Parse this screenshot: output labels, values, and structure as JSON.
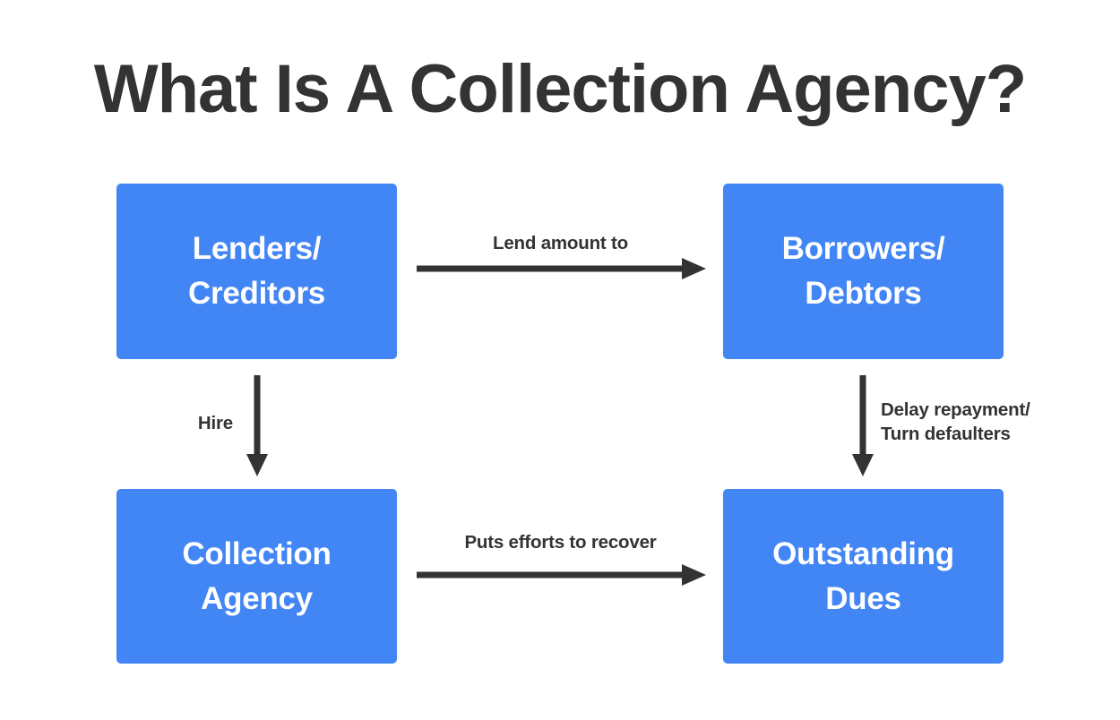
{
  "page": {
    "title": "What Is A Collection Agency?",
    "background_color": "#ffffff",
    "accent_color": "#4285f4",
    "text_color": "#333333"
  },
  "diagram": {
    "type": "flowchart",
    "nodes": [
      {
        "id": "lenders",
        "label": "Lenders/\nCreditors",
        "position": "top-left"
      },
      {
        "id": "borrowers",
        "label": "Borrowers/\nDebtors",
        "position": "top-right"
      },
      {
        "id": "agency",
        "label": "Collection\nAgency",
        "position": "bottom-left"
      },
      {
        "id": "dues",
        "label": "Outstanding\nDues",
        "position": "bottom-right"
      }
    ],
    "edges": [
      {
        "id": "lend",
        "label": "Lend amount to",
        "from": "lenders",
        "to": "borrowers",
        "direction": "right"
      },
      {
        "id": "hire",
        "label": "Hire",
        "from": "lenders",
        "to": "agency",
        "direction": "down"
      },
      {
        "id": "delay",
        "label": "Delay repayment/\nTurn defaulters",
        "from": "borrowers",
        "to": "dues",
        "direction": "down"
      },
      {
        "id": "recover",
        "label": "Puts efforts to recover",
        "from": "agency",
        "to": "dues",
        "direction": "right"
      }
    ]
  }
}
